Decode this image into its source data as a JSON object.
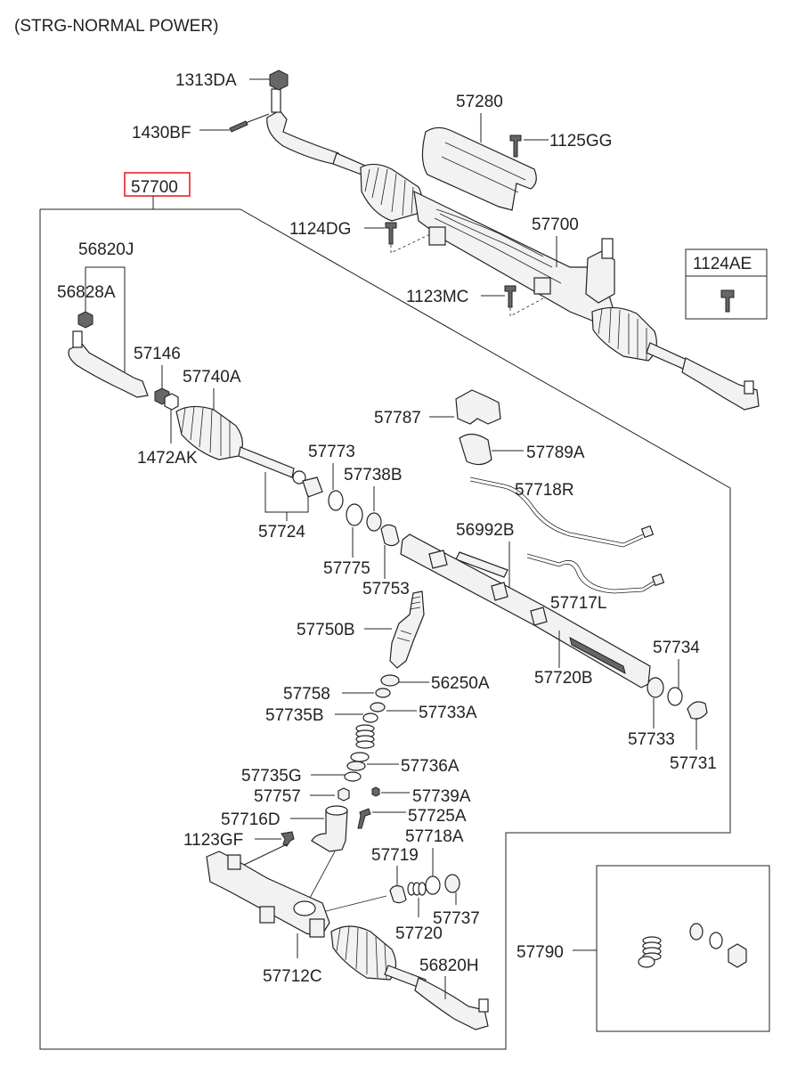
{
  "title": "(STRG-NORMAL POWER)",
  "highlight_color": "#e8212a",
  "labels": {
    "1313DA": "1313DA",
    "1430BF": "1430BF",
    "57280": "57280",
    "1125GG": "1125GG",
    "57700_main": "57700",
    "1124DG": "1124DG",
    "57700_top": "57700",
    "1124AE": "1124AE",
    "1123MC": "1123MC",
    "56820J": "56820J",
    "56828A": "56828A",
    "57146": "57146",
    "57740A": "57740A",
    "1472AK": "1472AK",
    "57787": "57787",
    "57789A": "57789A",
    "57773": "57773",
    "57738B": "57738B",
    "57718R": "57718R",
    "57724": "57724",
    "56992B": "56992B",
    "57775": "57775",
    "57753": "57753",
    "57717L": "57717L",
    "57750B": "57750B",
    "57734": "57734",
    "57720B": "57720B",
    "57758": "57758",
    "56250A": "56250A",
    "57735B": "57735B",
    "57733A": "57733A",
    "57733": "57733",
    "57731": "57731",
    "57735G": "57735G",
    "57736A": "57736A",
    "57757": "57757",
    "57739A": "57739A",
    "57716D": "57716D",
    "57725A": "57725A",
    "1123GF": "1123GF",
    "57718A": "57718A",
    "57719": "57719",
    "57737": "57737",
    "57720": "57720",
    "57790": "57790",
    "57712C": "57712C",
    "56820H": "56820H"
  },
  "icons": {
    "bolt": "bolt-icon",
    "nut": "nut-icon",
    "spring": "spring-icon",
    "oring": "o-ring-icon"
  }
}
